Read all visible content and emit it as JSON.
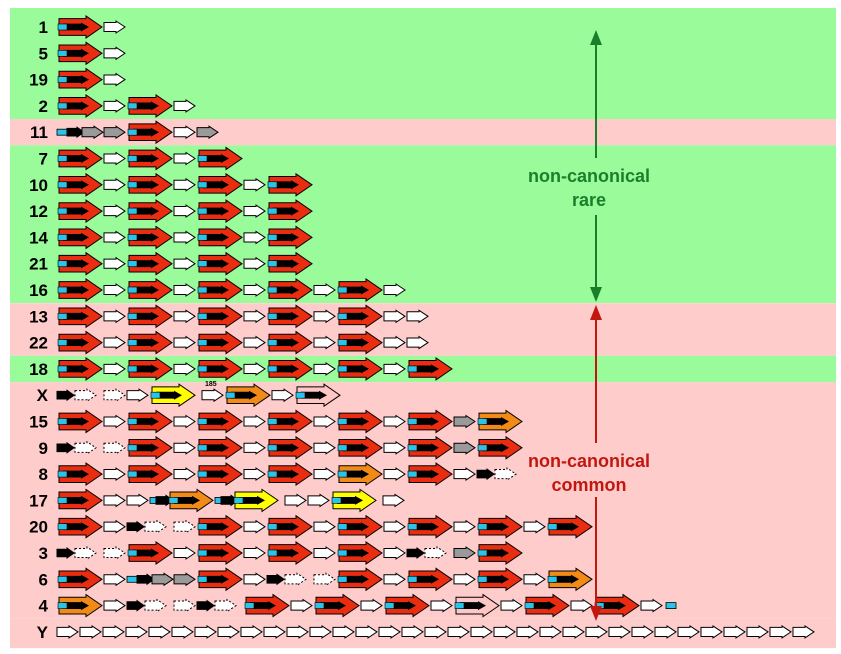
{
  "colors": {
    "rare_band": "#99fb99",
    "common_band": "#ffcccc",
    "rare_text": "#1a7f2a",
    "common_text": "#c1170f",
    "red": "#ea2d10",
    "orange": "#f28a17",
    "yellow": "#ffff00",
    "gray": "#9a9a9a",
    "pink": "#ffc6c6",
    "white": "#ffffff",
    "black": "#000000",
    "cyan": "#29c4e9"
  },
  "annotations": {
    "rare_label_line1": "non-canonical",
    "rare_label_line2": "rare",
    "common_label_line1": "non-canonical",
    "common_label_line2": "common",
    "small_label": "185"
  },
  "rows": [
    {
      "label": "1",
      "band": "rare",
      "elements": [
        "repeat",
        "w"
      ]
    },
    {
      "label": "5",
      "band": "rare",
      "elements": [
        "repeat",
        "w"
      ]
    },
    {
      "label": "19",
      "band": "rare",
      "elements": [
        "repeat",
        "w"
      ]
    },
    {
      "label": "2",
      "band": "rare",
      "elements": [
        "repeat",
        "w",
        "repeat",
        "w"
      ]
    },
    {
      "label": "11",
      "band": "common",
      "elements": [
        "kgrey",
        "g",
        "repeat",
        "w",
        "g"
      ]
    },
    {
      "label": "7",
      "band": "rare",
      "elements": [
        "repeat",
        "w",
        "repeat",
        "w",
        "repeat"
      ]
    },
    {
      "label": "10",
      "band": "rare",
      "elements": [
        "repeat",
        "w",
        "repeat",
        "w",
        "repeat",
        "w",
        "repeat"
      ]
    },
    {
      "label": "12",
      "band": "rare",
      "elements": [
        "repeat",
        "w",
        "repeat",
        "w",
        "repeat",
        "w",
        "repeat"
      ]
    },
    {
      "label": "14",
      "band": "rare",
      "elements": [
        "repeat",
        "w",
        "repeat",
        "w",
        "repeat",
        "w",
        "repeat"
      ]
    },
    {
      "label": "21",
      "band": "rare",
      "elements": [
        "repeat",
        "w",
        "repeat",
        "w",
        "repeat",
        "w",
        "repeat"
      ]
    },
    {
      "label": "16",
      "band": "rare",
      "elements": [
        "repeat",
        "w",
        "repeat",
        "w",
        "repeat",
        "w",
        "repeat",
        "w",
        "repeat",
        "w"
      ]
    },
    {
      "label": "13",
      "band": "common",
      "elements": [
        "repeat",
        "w",
        "repeat",
        "w",
        "repeat",
        "w",
        "repeat",
        "w",
        "repeat",
        "w",
        "w"
      ]
    },
    {
      "label": "22",
      "band": "common",
      "elements": [
        "repeat",
        "w",
        "repeat",
        "w",
        "repeat",
        "w",
        "repeat",
        "w",
        "repeat",
        "w",
        "w"
      ]
    },
    {
      "label": "18",
      "band": "rare",
      "elements": [
        "repeat",
        "w",
        "repeat",
        "w",
        "repeat",
        "w",
        "repeat",
        "w",
        "repeat",
        "w",
        "repeat"
      ]
    },
    {
      "label": "X",
      "band": "common",
      "elements": [
        "kblack",
        "wd",
        "w",
        "kyellow",
        "w",
        "korange",
        "w",
        "kpink"
      ]
    },
    {
      "label": "15",
      "band": "common",
      "elements": [
        "repeat",
        "w",
        "repeat",
        "w",
        "repeat",
        "w",
        "repeat",
        "w",
        "repeat",
        "w",
        "repeat",
        "g",
        "korange"
      ]
    },
    {
      "label": "9",
      "band": "common",
      "elements": [
        "kwhite",
        "wd",
        "repeat",
        "w",
        "repeat",
        "w",
        "repeat",
        "w",
        "repeat",
        "w",
        "repeat",
        "g",
        "repeat"
      ]
    },
    {
      "label": "8",
      "band": "common",
      "elements": [
        "repeat",
        "w",
        "repeat",
        "w",
        "repeat",
        "w",
        "repeat",
        "w",
        "korange",
        "w",
        "repeat",
        "w",
        "kwhite"
      ]
    },
    {
      "label": "17",
      "band": "common",
      "elements": [
        "repeat",
        "w",
        "w",
        "k",
        "korange",
        "k",
        "kyellow",
        "w",
        "w",
        "kyellow",
        "w"
      ]
    },
    {
      "label": "20",
      "band": "common",
      "elements": [
        "repeat",
        "w",
        "kwhite",
        "wd",
        "repeat",
        "w",
        "repeat",
        "w",
        "repeat",
        "w",
        "repeat",
        "w",
        "repeat",
        "w",
        "repeat"
      ]
    },
    {
      "label": "3",
      "band": "common",
      "elements": [
        "kwhite",
        "wd",
        "repeat",
        "w",
        "repeat",
        "w",
        "repeat",
        "w",
        "repeat",
        "w",
        "kwhite",
        "g",
        "repeat"
      ]
    },
    {
      "label": "6",
      "band": "common",
      "elements": [
        "repeat",
        "w",
        "kgrey",
        "g",
        "repeat",
        "w",
        "kwhite",
        "wd",
        "repeat",
        "w",
        "repeat",
        "w",
        "repeat",
        "w",
        "korange"
      ]
    },
    {
      "label": "4",
      "band": "common",
      "elements": [
        "korange",
        "w",
        "kwhite",
        "wd",
        "kwhite",
        "repeat",
        "w",
        "repeat",
        "w",
        "repeat",
        "w",
        "kpink",
        "w",
        "repeat",
        "w",
        "repeat",
        "w",
        "c"
      ]
    },
    {
      "label": "Y",
      "band": "none",
      "elements": [
        "w",
        "w",
        "w",
        "w",
        "w",
        "w",
        "w",
        "w",
        "w",
        "w",
        "w",
        "w",
        "w",
        "w",
        "w",
        "w",
        "w",
        "w",
        "w",
        "w",
        "w",
        "w",
        "w",
        "w",
        "w",
        "w",
        "w",
        "w",
        "w",
        "w",
        "w",
        "w",
        "w",
        "w",
        "w",
        "w",
        "w",
        "w"
      ]
    }
  ]
}
